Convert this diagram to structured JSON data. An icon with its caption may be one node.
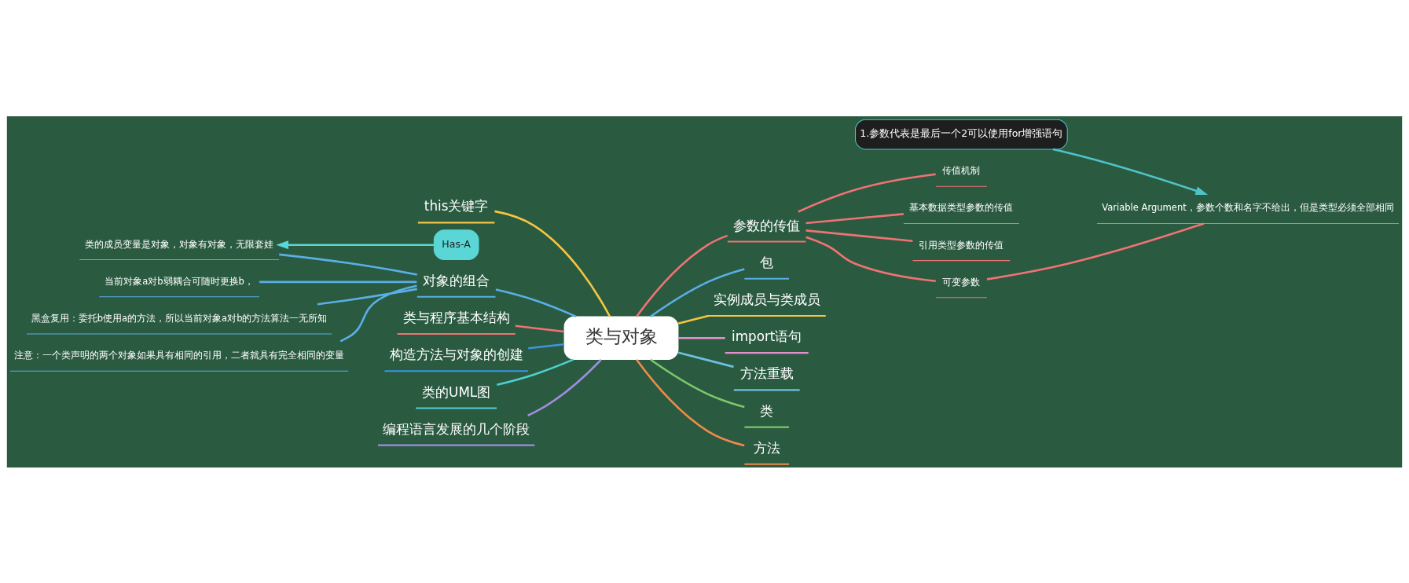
{
  "diagram": {
    "nodes": [
      {
        "text": [
          "类与对象"
        ]
      },
      {
        "text": [
          "参数的传值"
        ]
      },
      {
        "text": [
          "传值机制"
        ]
      },
      {
        "text": [
          "基本数据类型参数的传值"
        ]
      },
      {
        "text": [
          "引用类型参数的传值"
        ]
      },
      {
        "text": [
          "可变参数"
        ]
      },
      {
        "text": [
          "Variable Argument，参数个数和名字不给出，但是类型必须全部相同"
        ]
      },
      {
        "text": [
          "1.参数代表是最后一个2可以使用for增强语句"
        ]
      },
      {
        "text": [
          "包"
        ]
      },
      {
        "text": [
          "实例成员与类成员"
        ]
      },
      {
        "text": [
          "import语句"
        ]
      },
      {
        "text": [
          "方法重载"
        ]
      },
      {
        "text": [
          "类"
        ]
      },
      {
        "text": [
          "方法"
        ]
      },
      {
        "text": [
          "this关键字"
        ]
      },
      {
        "text": [
          "对象的组合"
        ]
      },
      {
        "text": [
          "类的成员变量是对象，对象有对象，无限套娃"
        ]
      },
      {
        "text": [
          "当前对象a对b弱耦合可随时更换b，"
        ]
      },
      {
        "text": [
          "黑盒复用：委托b使用a的方法，所以当前对象a对b的方法算法一无所知"
        ]
      },
      {
        "text": [
          "注意：一个类声明的两个对象如果具有相同的引用，二者就具有完全相同的变量"
        ]
      },
      {
        "text": [
          "Has-A"
        ]
      },
      {
        "text": [
          "类与程序基本结构"
        ]
      },
      {
        "text": [
          "构造方法与对象的创建"
        ]
      },
      {
        "text": [
          "类的UML图"
        ]
      },
      {
        "text": [
          "编程语言发展的几个阶段"
        ]
      }
    ],
    "edges": [
      {
        "from": 0,
        "to": 1,
        "arrow": "none",
        "color": "#f07373"
      },
      {
        "from": 1,
        "to": 2,
        "arrow": "none",
        "color": "#f07373"
      },
      {
        "from": 1,
        "to": 3,
        "arrow": "none",
        "color": "#f07373"
      },
      {
        "from": 1,
        "to": 4,
        "arrow": "none",
        "color": "#f07373"
      },
      {
        "from": 1,
        "to": 5,
        "arrow": "none",
        "color": "#f07373"
      },
      {
        "from": 5,
        "to": 6,
        "arrow": "none",
        "color": "#f07373"
      },
      {
        "from": 7,
        "to": 6,
        "arrow": "to",
        "color": "#4fc3c8"
      },
      {
        "from": 0,
        "to": 8,
        "arrow": "none",
        "color": "#5aafe6"
      },
      {
        "from": 0,
        "to": 9,
        "arrow": "none",
        "color": "#f5c542"
      },
      {
        "from": 0,
        "to": 10,
        "arrow": "none",
        "color": "#e88fd0"
      },
      {
        "from": 0,
        "to": 11,
        "arrow": "none",
        "color": "#6cc0e0"
      },
      {
        "from": 0,
        "to": 12,
        "arrow": "none",
        "color": "#7cc86a"
      },
      {
        "from": 0,
        "to": 13,
        "arrow": "none",
        "color": "#f08a4b"
      },
      {
        "from": 0,
        "to": 14,
        "arrow": "none",
        "color": "#f5c542"
      },
      {
        "from": 0,
        "to": 15,
        "arrow": "none",
        "color": "#5aafe6"
      },
      {
        "from": 15,
        "to": 16,
        "arrow": "none",
        "color": "#5aafe6"
      },
      {
        "from": 15,
        "to": 17,
        "arrow": "none",
        "color": "#5aafe6"
      },
      {
        "from": 15,
        "to": 18,
        "arrow": "none",
        "color": "#5aafe6"
      },
      {
        "from": 15,
        "to": 19,
        "arrow": "none",
        "color": "#5aafe6"
      },
      {
        "from": 20,
        "to": 16,
        "arrow": "to",
        "color": "#5ad6d6"
      },
      {
        "from": 0,
        "to": 21,
        "arrow": "none",
        "color": "#f07373"
      },
      {
        "from": 0,
        "to": 22,
        "arrow": "none",
        "color": "#3a96e0"
      },
      {
        "from": 0,
        "to": 23,
        "arrow": "none",
        "color": "#4fd0d0"
      },
      {
        "from": 0,
        "to": 24,
        "arrow": "none",
        "color": "#a08ce0"
      }
    ]
  }
}
